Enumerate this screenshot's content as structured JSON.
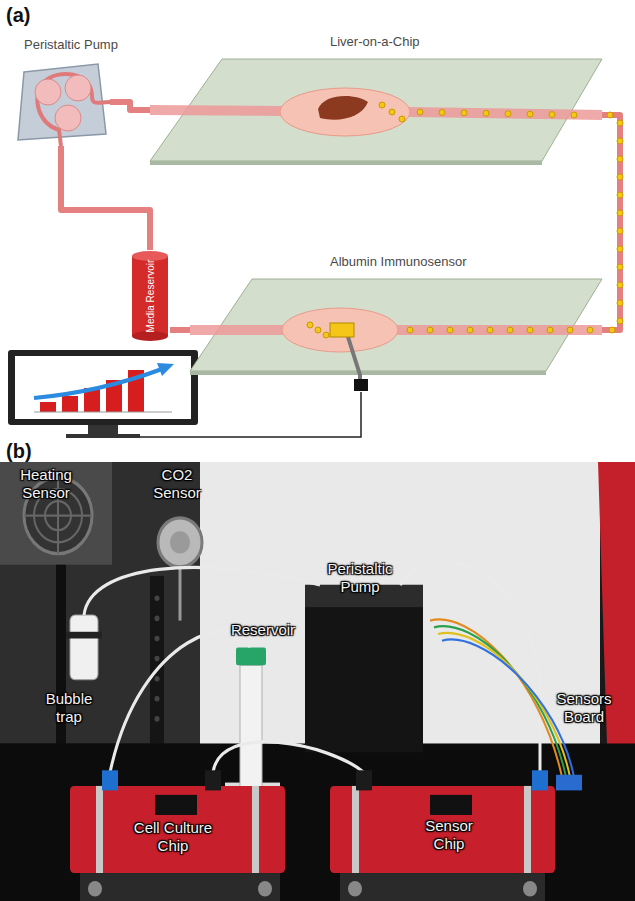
{
  "diagram": {
    "nodes": [
      {
        "text": [
          "Peristaltic Pump"
        ]
      },
      {
        "text": [
          "Liver-on-a-Chip"
        ]
      },
      {
        "text": [
          "Albumin Immunosensor"
        ]
      },
      {
        "text": [
          "Media Reservoir"
        ]
      }
    ],
    "edges": [
      {
        "from": 0,
        "to": 1,
        "arrow": "none"
      },
      {
        "from": 1,
        "to": 2,
        "arrow": "none"
      },
      {
        "from": 2,
        "to": 3,
        "arrow": "none"
      },
      {
        "from": 3,
        "to": 0,
        "arrow": "none"
      }
    ],
    "labels": [
      "(a)",
      "(b)",
      "Heating Sensor",
      "CO2 Sensor",
      "Peristaltic Pump",
      "Reservoir",
      "Bubble trap",
      "Sensors Board",
      "Cell Culture Chip",
      "Sensor Chip"
    ]
  }
}
